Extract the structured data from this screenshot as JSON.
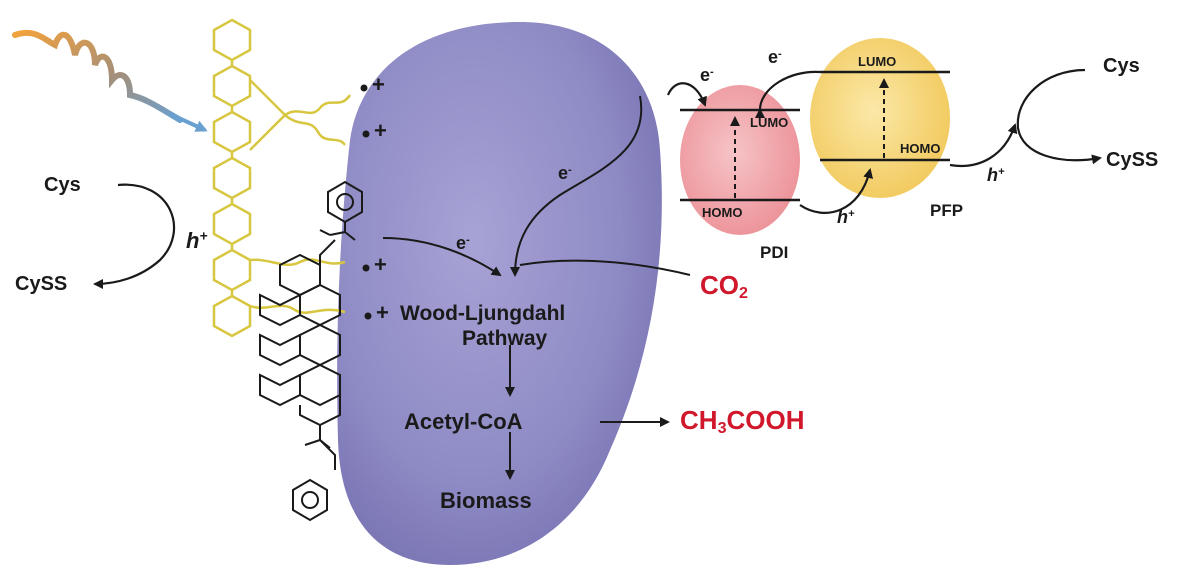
{
  "labels": {
    "cys_left": "Cys",
    "cyss_left": "CySS",
    "h_left": "h",
    "h_left_sup": "+",
    "cys_right": "Cys",
    "cyss_right": "CySS",
    "h_right1": "h",
    "h_right1_sup": "+",
    "h_right2": "h",
    "h_right2_sup": "+",
    "e_top1": "e",
    "e_top1_sup": "-",
    "e_top2": "e",
    "e_top2_sup": "-",
    "e_cell": "e",
    "e_cell_sup": "-",
    "e_mid": "e",
    "e_mid_sup": "-",
    "lumo_pdi": "LUMO",
    "homo_pdi": "HOMO",
    "lumo_pfp": "LUMO",
    "homo_pfp": "HOMO",
    "pdi": "PDI",
    "pfp": "PFP",
    "wood_line1": "Wood-Ljungdahl",
    "wood_line2": "Pathway",
    "acetyl": "Acetyl-CoA",
    "biomass": "Biomass",
    "co2_main": "CO",
    "co2_sub": "2",
    "acetic_part1": "CH",
    "acetic_sub": "3",
    "acetic_part2": "COOH",
    "plus": "+"
  },
  "colors": {
    "cell": "#8e8ac4",
    "polymer": "#d7c640",
    "pdi": "#ef9a9f",
    "pfp": "#f3cd62",
    "product_red": "#d0172b",
    "ink": "#1a1a1a"
  },
  "icons": [
    "light-wave-icon",
    "polymer-chain-icon",
    "pdi-molecule-icon",
    "benzene-ring-icon"
  ]
}
